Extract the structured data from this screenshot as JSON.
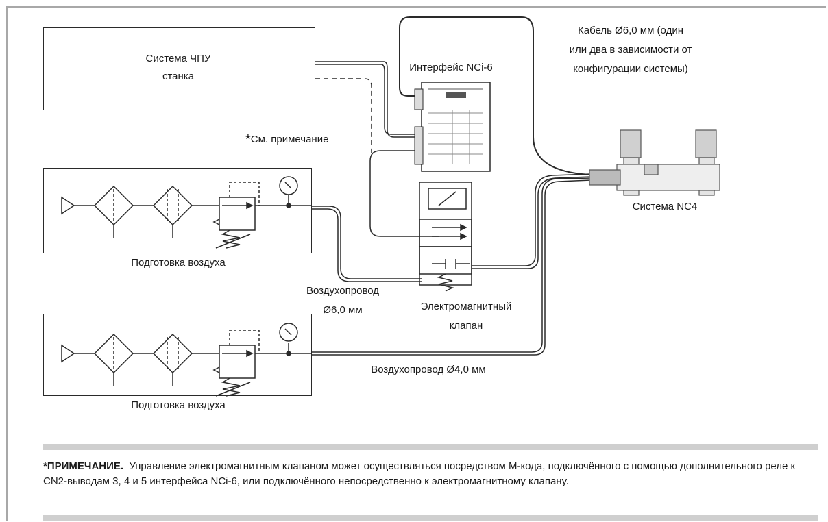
{
  "cnc": {
    "line1": "Система ЧПУ",
    "line2": "станка"
  },
  "interface_label": "Интерфейс NCi-6",
  "cable_label": {
    "line1": "Кабель Ø6,0 мм (один",
    "line2": "или два в зависимости от",
    "line3": "конфигурации системы)"
  },
  "see_note": {
    "star": "*",
    "text": "См. примечание"
  },
  "nc4_label": "Система NC4",
  "air_prep_1": "Подготовка воздуха",
  "air_prep_2": "Подготовка воздуха",
  "air_line_6": {
    "line1": "Воздухопровод",
    "line2": "Ø6,0 мм"
  },
  "solenoid": {
    "line1": "Электромагнитный",
    "line2": "клапан"
  },
  "air_line_4": "Воздухопровод Ø4,0 мм",
  "note": {
    "heading": "*ПРИМЕЧАНИЕ.",
    "text": "Управление электромагнитным клапаном может осуществляться посредством М-кода, подключённого с помощью дополнительного реле к CN2-выводам 3, 4 и 5 интерфейса NCi-6, или подключённого непосредственно к электромагнитному клапану."
  }
}
